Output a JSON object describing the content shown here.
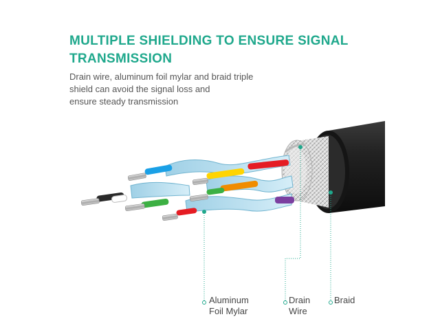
{
  "colors": {
    "accent": "#1fa88c",
    "text": "#555555",
    "cable_jacket": "#1e1e1e"
  },
  "headline": {
    "line1": "MULTIPLE SHIELDING TO ENSURE SIGNAL",
    "line2": "TRANSMISSION"
  },
  "description": {
    "line1": "Drain wire, aluminum foil mylar and braid triple",
    "line2": "shield can avoid the signal loss and",
    "line3": "ensure steady transmission"
  },
  "callouts": {
    "aluminum_foil": {
      "line1": "Aluminum",
      "line2": "Foil Mylar"
    },
    "drain_wire": {
      "line1": "Drain",
      "line2": "Wire"
    },
    "braid": {
      "line1": "Braid"
    }
  },
  "wire_colors": [
    "#2a2a2a",
    "#ffffff",
    "#1aa0e6",
    "#ffd400",
    "#f08c00",
    "#3cb043",
    "#e51c23",
    "#7b3fa0"
  ]
}
